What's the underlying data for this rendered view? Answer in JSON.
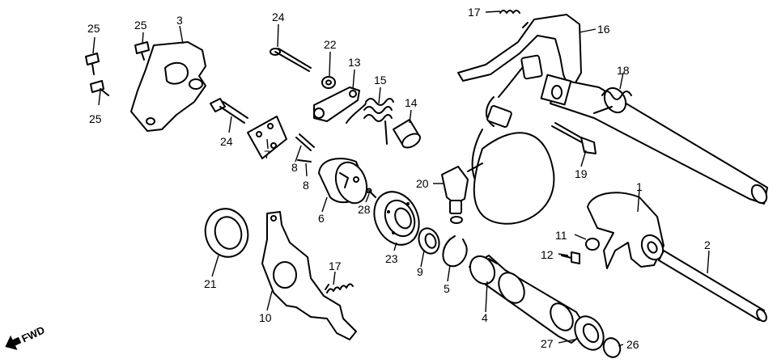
{
  "callouts": [
    {
      "id": "c1",
      "label": "1"
    },
    {
      "id": "c2",
      "label": "2"
    },
    {
      "id": "c3",
      "label": "3"
    },
    {
      "id": "c4",
      "label": "4"
    },
    {
      "id": "c5",
      "label": "5"
    },
    {
      "id": "c6",
      "label": "6"
    },
    {
      "id": "c7",
      "label": "7"
    },
    {
      "id": "c8a",
      "label": "8"
    },
    {
      "id": "c8b",
      "label": "8"
    },
    {
      "id": "c9",
      "label": "9"
    },
    {
      "id": "c10",
      "label": "10"
    },
    {
      "id": "c11",
      "label": "11"
    },
    {
      "id": "c12",
      "label": "12"
    },
    {
      "id": "c13",
      "label": "13"
    },
    {
      "id": "c14",
      "label": "14"
    },
    {
      "id": "c15",
      "label": "15"
    },
    {
      "id": "c16",
      "label": "16"
    },
    {
      "id": "c17a",
      "label": "17"
    },
    {
      "id": "c17b",
      "label": "17"
    },
    {
      "id": "c18",
      "label": "18"
    },
    {
      "id": "c19",
      "label": "19"
    },
    {
      "id": "c20",
      "label": "20"
    },
    {
      "id": "c21",
      "label": "21"
    },
    {
      "id": "c22",
      "label": "22"
    },
    {
      "id": "c23",
      "label": "23"
    },
    {
      "id": "c24a",
      "label": "24"
    },
    {
      "id": "c24b",
      "label": "24"
    },
    {
      "id": "c25a",
      "label": "25"
    },
    {
      "id": "c25b",
      "label": "25"
    },
    {
      "id": "c25c",
      "label": "25"
    },
    {
      "id": "c26",
      "label": "26"
    },
    {
      "id": "c27",
      "label": "27"
    },
    {
      "id": "c28",
      "label": "28"
    }
  ],
  "fwd": {
    "label": "FWD"
  }
}
